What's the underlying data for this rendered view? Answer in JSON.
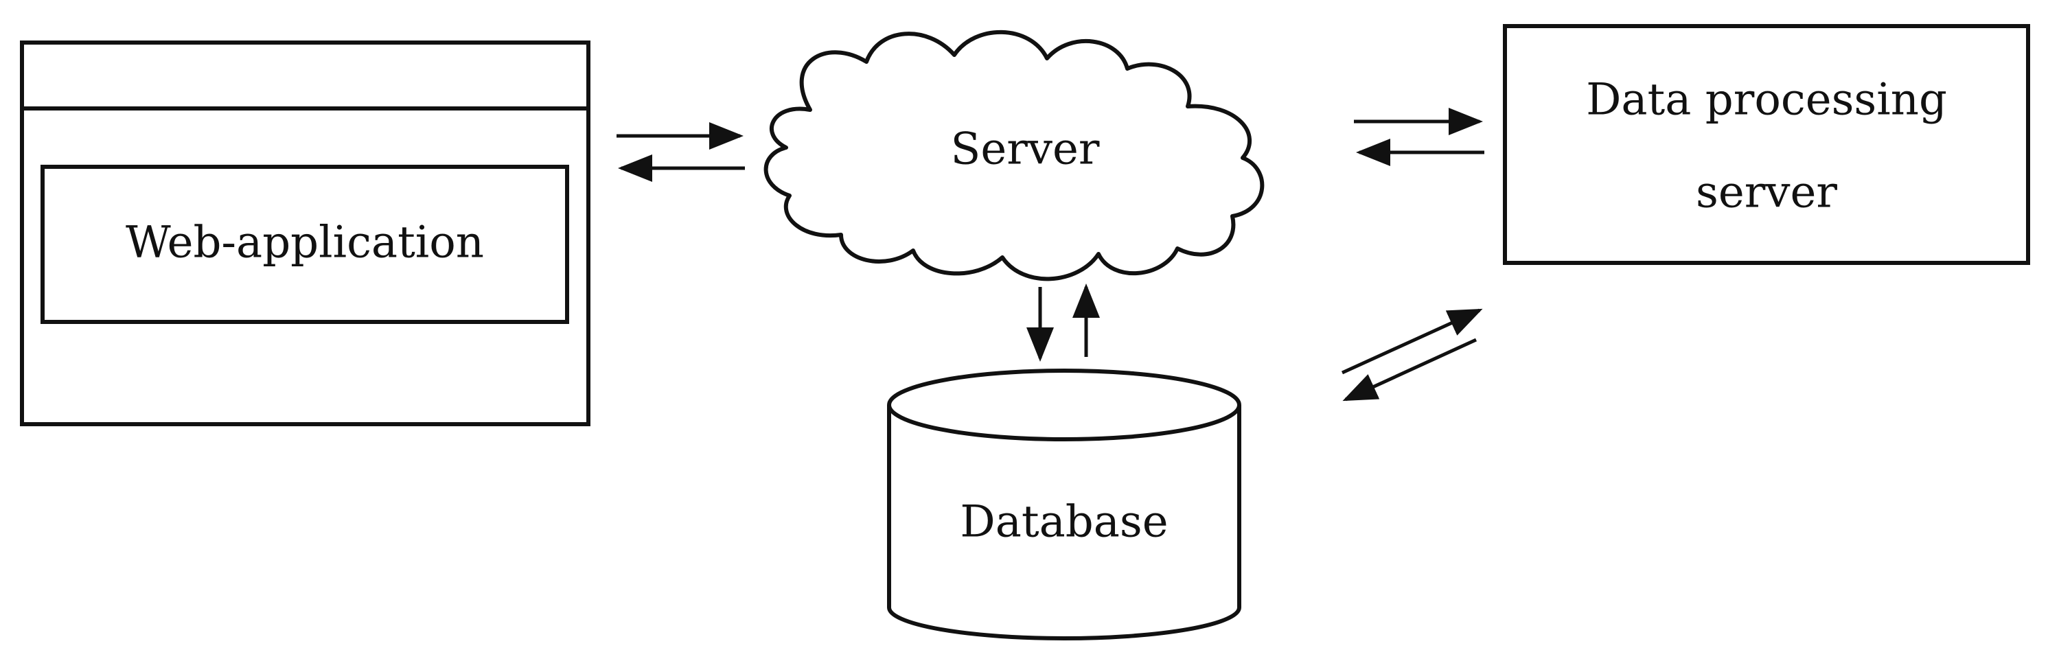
{
  "nodes": {
    "web_application": {
      "label": "Web-application"
    },
    "server": {
      "label": "Server"
    },
    "data_processing_server": {
      "label_line1": "Data processing",
      "label_line2": "server"
    },
    "database": {
      "label": "Database"
    }
  },
  "style": {
    "stroke_color": "#111111",
    "background_color": "#ffffff"
  }
}
